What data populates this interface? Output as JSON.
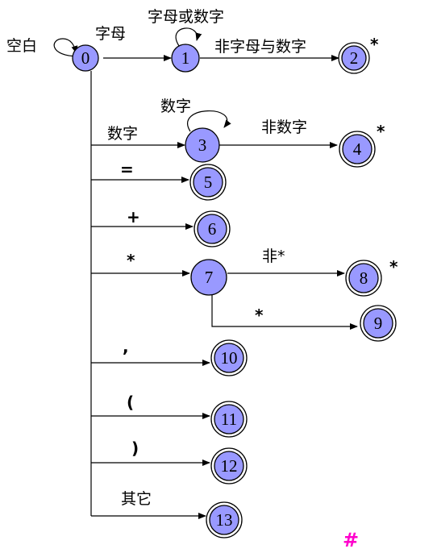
{
  "diagram": {
    "colors": {
      "state_fill": "#9999ff",
      "stroke": "#000000",
      "hash": "#ff00cc"
    },
    "states": [
      "0",
      "1",
      "2",
      "3",
      "4",
      "5",
      "6",
      "7",
      "8",
      "9",
      "10",
      "11",
      "12",
      "13"
    ],
    "start_loop_label": "空白",
    "loop_1_label": "字母或数字",
    "loop_3_label": "数字",
    "edges": {
      "e0_1": "字母",
      "e1_2": "非字母与数字",
      "e0_3": "数字",
      "e3_4": "非数字",
      "e0_5": "=",
      "e0_6": "+",
      "e0_7": "*",
      "e7_8": "非*",
      "e7_9": "*",
      "e0_10": ",",
      "e0_11": "(",
      "e0_12": ")",
      "e0_13": "其它"
    },
    "retract_marks": {
      "s2": "*",
      "s4": "*",
      "s8": "*"
    },
    "end_mark": "#"
  }
}
